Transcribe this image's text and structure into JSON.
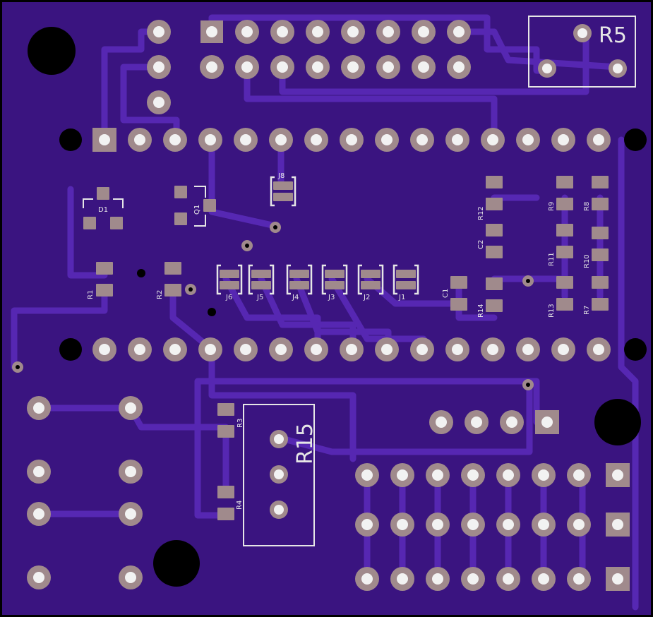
{
  "colors": {
    "background": "#000000",
    "board": "#3a1480",
    "copper": "#4d1ea6",
    "trace": "#5426b0",
    "pad": "#a08a8c",
    "pad_hole": "#f2f2f2",
    "silkscreen": "#e6e6e6",
    "mount_hole": "#000000"
  },
  "labels": {
    "r5": "R5",
    "r15": "R15",
    "d1": "D1",
    "q1": "Q1",
    "j8": "J8",
    "j6": "J6",
    "j5": "J5",
    "j4": "J4",
    "j3": "J3",
    "j2": "J2",
    "j1": "J1",
    "r1": "R1",
    "r2": "R2",
    "r3": "R3",
    "r4": "R4",
    "r7": "R7",
    "r8": "R8",
    "r9": "R9",
    "r10": "R10",
    "r11": "R11",
    "r12": "R12",
    "r13": "R13",
    "r14": "R14",
    "c1": "C1",
    "c2": "C2"
  }
}
